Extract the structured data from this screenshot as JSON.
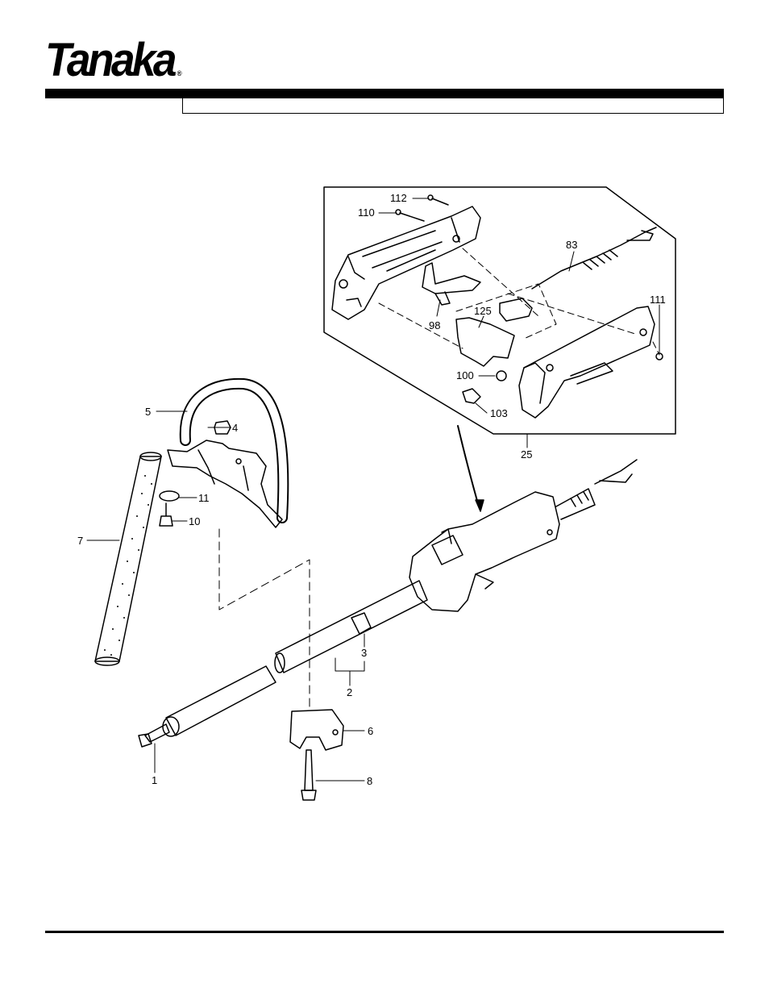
{
  "brand": {
    "name": "Tanaka",
    "mark": "®"
  },
  "title_box": {
    "text": ""
  },
  "callouts": {
    "c112": "112",
    "c110": "110",
    "c83": "83",
    "c98": "98",
    "c125": "125",
    "c111": "111",
    "c100": "100",
    "c103": "103",
    "c25": "25",
    "c5": "5",
    "c4": "4",
    "c11": "11",
    "c10": "10",
    "c7": "7",
    "c3": "3",
    "c2": "2",
    "c6": "6",
    "c1": "1",
    "c8": "8"
  }
}
